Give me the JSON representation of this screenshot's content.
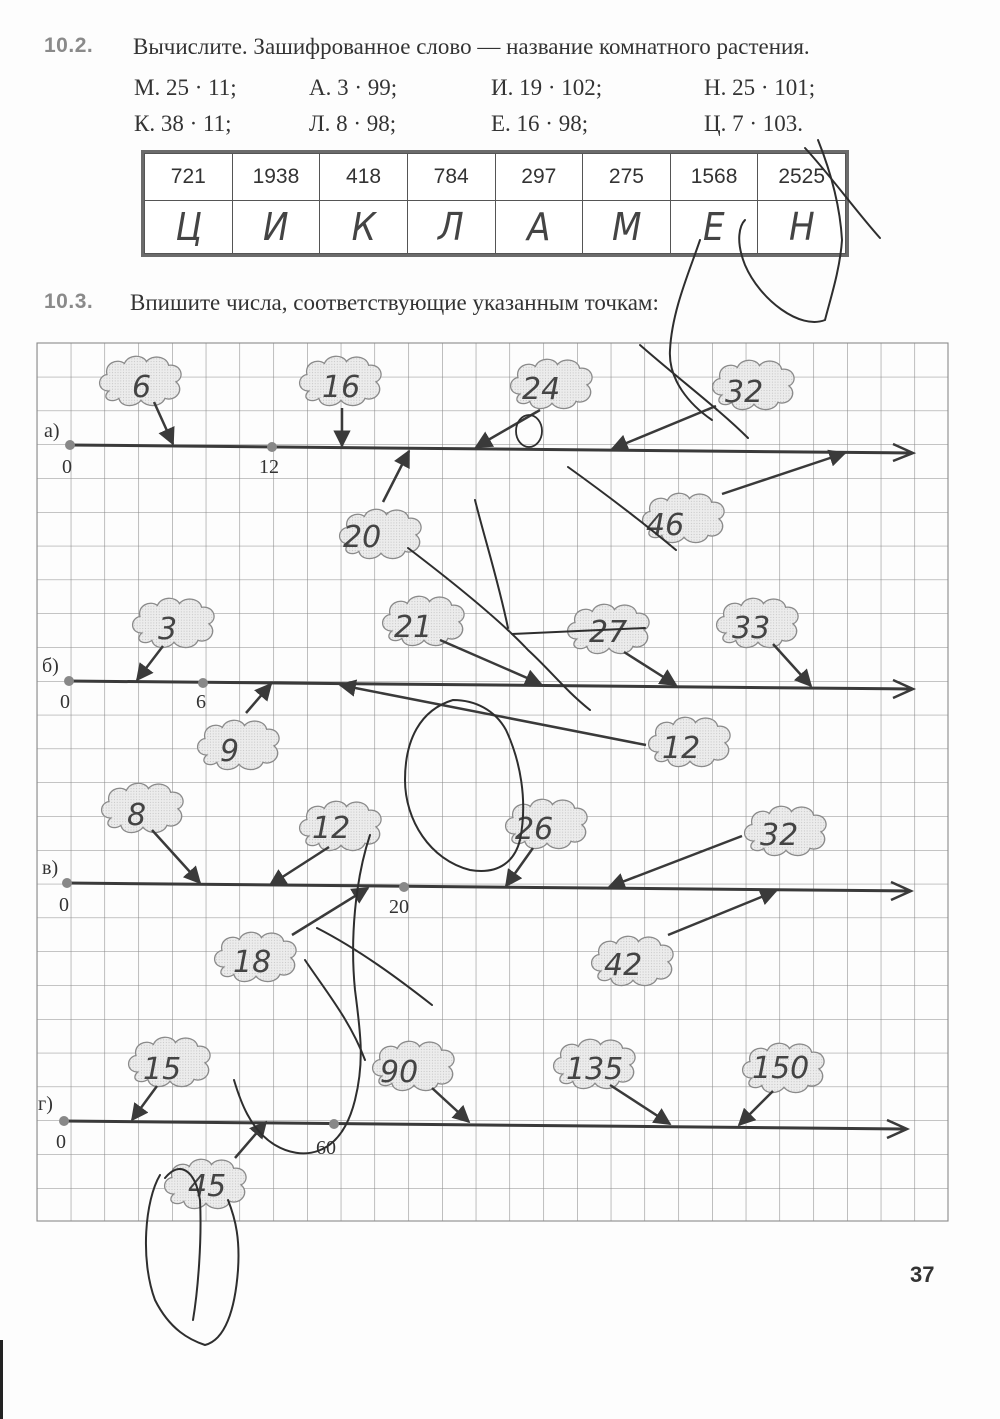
{
  "task_10_2": {
    "number": "10.2.",
    "instruction": "Вычислите. Зашифрованное слово — название комнатного растения.",
    "expressions": [
      {
        "letter_expr": "М. 25 · 11;"
      },
      {
        "letter_expr": "А. 3 · 99;"
      },
      {
        "letter_expr": "И. 19 · 102;"
      },
      {
        "letter_expr": "Н. 25 · 101;"
      },
      {
        "letter_expr": "К. 38 · 11;"
      },
      {
        "letter_expr": "Л. 8 · 98;"
      },
      {
        "letter_expr": "Е. 16 · 98;"
      },
      {
        "letter_expr": "Ц. 7 · 103."
      }
    ],
    "table": {
      "numbers": [
        "721",
        "1938",
        "418",
        "784",
        "297",
        "275",
        "1568",
        "2525"
      ],
      "answers": [
        "Ц",
        "И",
        "К",
        "Л",
        "А",
        "М",
        "Е",
        "Н"
      ]
    }
  },
  "task_10_3": {
    "number": "10.3.",
    "instruction": "Впишите числа, соответствующие указанным точкам:",
    "lines": [
      {
        "label": "а)",
        "ticks": [
          "0",
          "12"
        ],
        "answers": [
          "6",
          "16",
          "24",
          "32",
          "20",
          "46"
        ]
      },
      {
        "label": "б)",
        "ticks": [
          "0",
          "6"
        ],
        "answers": [
          "3",
          "21",
          "27",
          "33",
          "9",
          "12"
        ]
      },
      {
        "label": "в)",
        "ticks": [
          "0",
          "20"
        ],
        "answers": [
          "8",
          "12",
          "26",
          "32",
          "18",
          "42"
        ]
      },
      {
        "label": "г)",
        "ticks": [
          "0",
          "60"
        ],
        "answers": [
          "15",
          "90",
          "135",
          "150",
          "45"
        ]
      }
    ]
  },
  "page": {
    "number": "37"
  }
}
